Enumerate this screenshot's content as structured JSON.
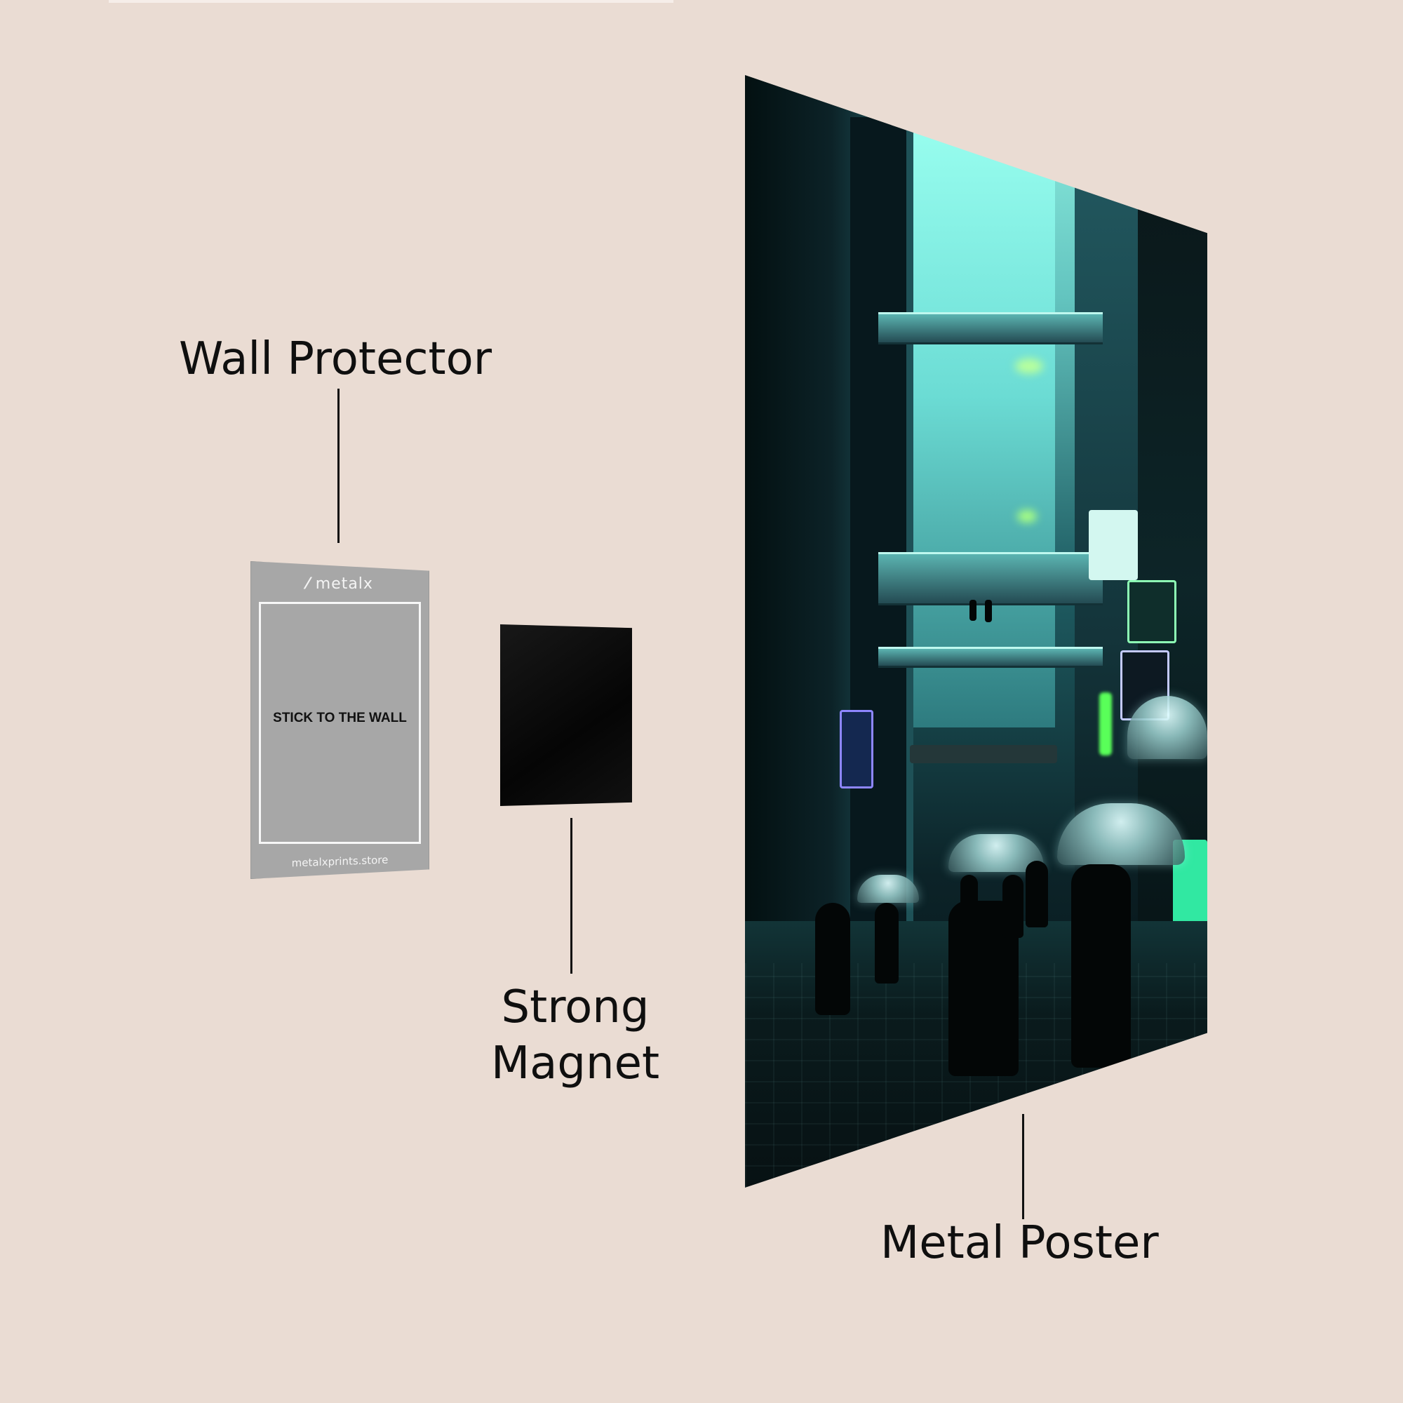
{
  "labels": {
    "wall_protector": "Wall Protector",
    "strong_magnet_line1": "Strong",
    "strong_magnet_line2": "Magnet",
    "metal_poster": "Metal Poster"
  },
  "protector": {
    "brand": "metalx",
    "sticker_text": "STICK TO THE WALL",
    "website": "metalxprints.store"
  }
}
